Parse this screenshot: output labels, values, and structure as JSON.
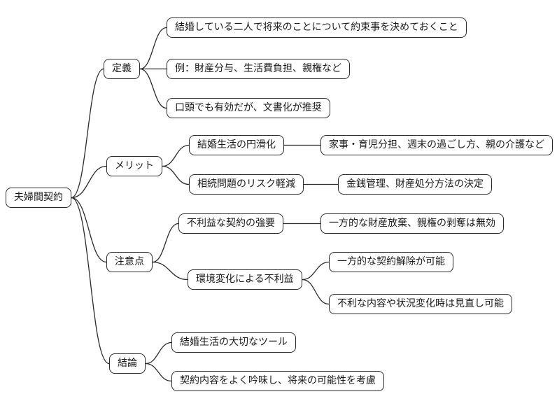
{
  "nodes": {
    "root": {
      "label": "夫婦間契約"
    },
    "teigi": {
      "label": "定義"
    },
    "teigi_1": {
      "label": "結婚している二人で将来のことについて約束事を決めておくこと"
    },
    "teigi_2": {
      "label": "例：財産分与、生活費負担、親権など"
    },
    "teigi_3": {
      "label": "口頭でも有効だが、文書化が推奨"
    },
    "merit": {
      "label": "メリット"
    },
    "merit_1": {
      "label": "結婚生活の円滑化"
    },
    "merit_1_1": {
      "label": "家事・育児分担、週末の過ごし方、親の介護など"
    },
    "merit_2": {
      "label": "相続問題のリスク軽減"
    },
    "merit_2_1": {
      "label": "金銭管理、財産処分方法の決定"
    },
    "chuui": {
      "label": "注意点"
    },
    "chuui_1": {
      "label": "不利益な契約の強要"
    },
    "chuui_1_1": {
      "label": "一方的な財産放棄、親権の剥奪は無効"
    },
    "chuui_2": {
      "label": "環境変化による不利益"
    },
    "chuui_2_1": {
      "label": "一方的な契約解除が可能"
    },
    "chuui_2_2": {
      "label": "不利な内容や状況変化時は見直し可能"
    },
    "ketsuron": {
      "label": "結論"
    },
    "ketsuron_1": {
      "label": "結婚生活の大切なツール"
    },
    "ketsuron_2": {
      "label": "契約内容をよく吟味し、将来の可能性を考慮"
    }
  },
  "edges": [
    [
      "root",
      "teigi"
    ],
    [
      "root",
      "merit"
    ],
    [
      "root",
      "chuui"
    ],
    [
      "root",
      "ketsuron"
    ],
    [
      "teigi",
      "teigi_1"
    ],
    [
      "teigi",
      "teigi_2"
    ],
    [
      "teigi",
      "teigi_3"
    ],
    [
      "merit",
      "merit_1"
    ],
    [
      "merit",
      "merit_2"
    ],
    [
      "merit_1",
      "merit_1_1"
    ],
    [
      "merit_2",
      "merit_2_1"
    ],
    [
      "chuui",
      "chuui_1"
    ],
    [
      "chuui",
      "chuui_2"
    ],
    [
      "chuui_2",
      "chuui_2_1"
    ],
    [
      "chuui_2",
      "chuui_2_2"
    ],
    [
      "chuui_1",
      "chuui_1_1"
    ],
    [
      "ketsuron",
      "ketsuron_1"
    ],
    [
      "ketsuron",
      "ketsuron_2"
    ]
  ],
  "colors": {
    "node_border": "#2b2b2b",
    "node_fill": "#ffffff",
    "edge": "#2b2b2b",
    "background": "#ffffff"
  }
}
